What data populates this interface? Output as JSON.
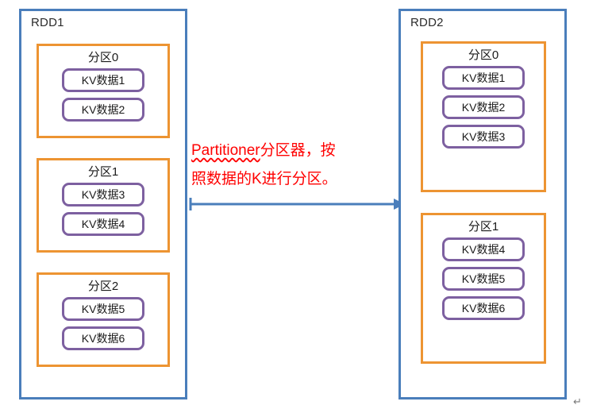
{
  "diagram": {
    "title_left": "RDD1",
    "title_right": "RDD2",
    "annotation_line1_en": "Partitioner",
    "annotation_line1_cn": "分区器，按",
    "annotation_line2": "照数据的K进行分区。",
    "paragraph_mark": "↵",
    "colors": {
      "rdd_border": "#4A7EBB",
      "partition_border": "#ED9432",
      "kv_border": "#7D60A0",
      "annotation_text": "#FF0000",
      "arrow": "#4A7EBB",
      "background": "#FFFFFF"
    }
  },
  "rdd1": {
    "label": "RDD1",
    "partitions": [
      {
        "label": "分区0",
        "items": [
          "KV数据1",
          "KV数据2"
        ]
      },
      {
        "label": "分区1",
        "items": [
          "KV数据3",
          "KV数据4"
        ]
      },
      {
        "label": "分区2",
        "items": [
          "KV数据5",
          "KV数据6"
        ]
      }
    ]
  },
  "rdd2": {
    "label": "RDD2",
    "partitions": [
      {
        "label": "分区0",
        "items": [
          "KV数据1",
          "KV数据2",
          "KV数据3"
        ]
      },
      {
        "label": "分区1",
        "items": [
          "KV数据4",
          "KV数据5",
          "KV数据6"
        ]
      }
    ]
  }
}
